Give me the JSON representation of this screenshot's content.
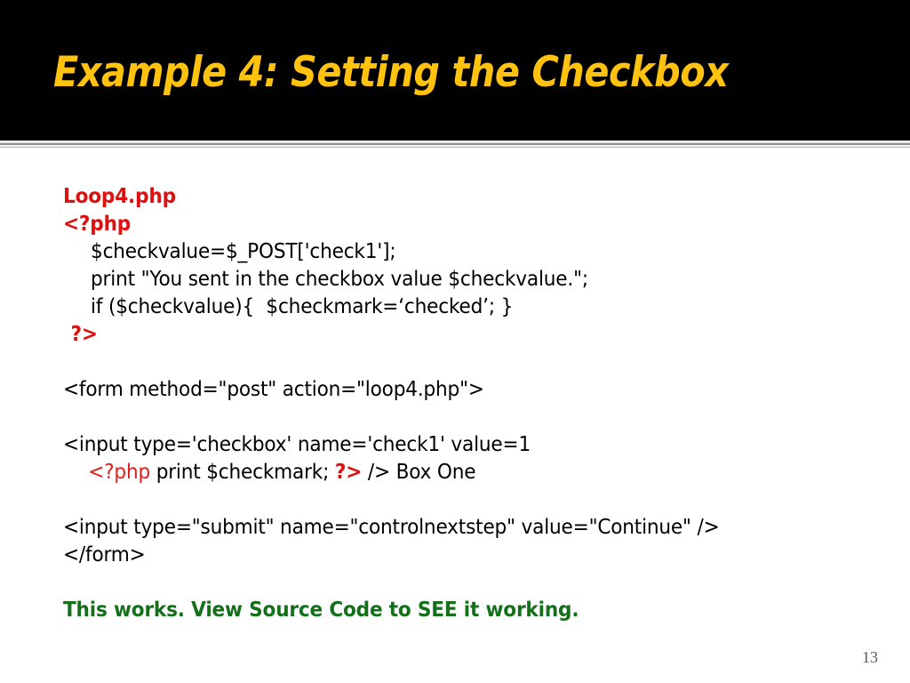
{
  "slide": {
    "title": "Example 4: Setting the Checkbox",
    "title_color": "#ffc20e",
    "title_bar_color": "#000000",
    "background_color": "#ffffff",
    "page_number": "13",
    "page_number_color": "#5a5a5a"
  },
  "code": {
    "filename": "Loop4.php",
    "php_open": "<?php",
    "line_checkvalue": "$checkvalue=$_POST['check1'];",
    "line_print": "print \"You sent in the checkbox value $checkvalue.\";",
    "line_if": "if ($checkvalue){  $checkmark=‘checked’; }",
    "php_close": "?>",
    "line_form_open": "<form method=\"post\" action=\"loop4.php\">",
    "line_input_checkbox": "<input type='checkbox' name='check1' value=1",
    "inline_php_open": "<?php",
    "inline_php_body": " print $checkmark; ",
    "inline_php_close": "?>",
    "inline_php_tail": " /> Box One",
    "line_input_submit": "<input type=\"submit\" name=\"controlnextstep\" value=\"Continue\" />",
    "line_form_close": "</form>",
    "footer_note": "This works. View Source Code to SEE it working.",
    "red_color": "#dd1111",
    "green_color": "#14701a"
  }
}
